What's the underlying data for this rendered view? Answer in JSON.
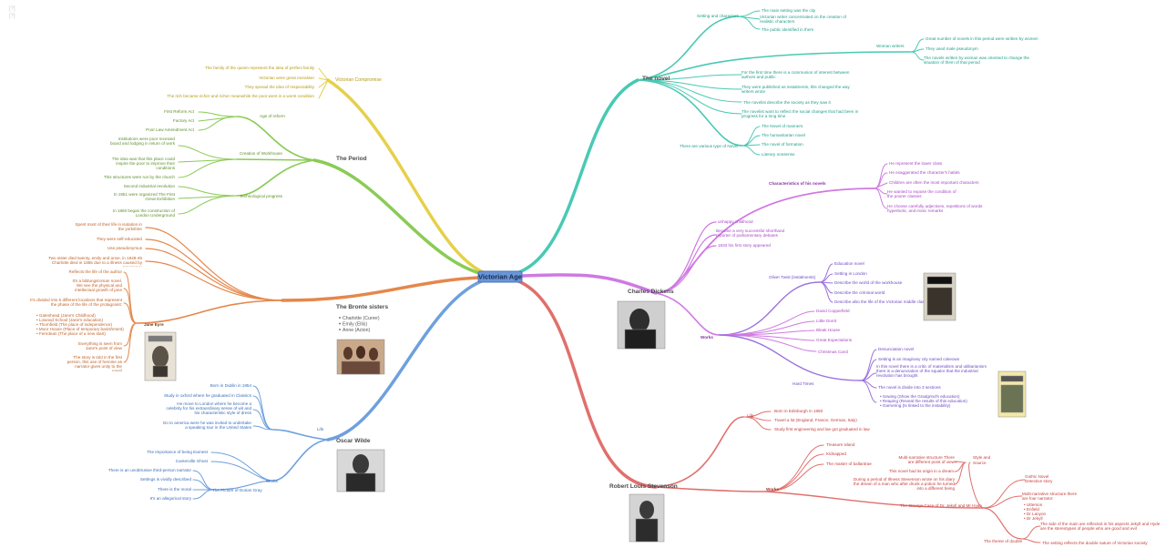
{
  "header": {
    "title": "[?]",
    "subtitle": "[?]"
  },
  "center": "Victorian Age",
  "colors": {
    "yellow": "#e6d04a",
    "green": "#8acb55",
    "orange": "#e5874a",
    "blue": "#6ea0de",
    "teal": "#49c9b3",
    "purple": "#cf79e2",
    "red": "#e0706d"
  },
  "topics": {
    "compromise": {
      "title": "Victorian Compromise",
      "items": [
        "The family of the queen represent the idea of perfect family",
        "Victorian were great moraliser",
        "They spread the idea of respectability",
        "The rich became richer and richer meanwhile the poor went in a worst condition"
      ]
    },
    "period": {
      "title": "The Period",
      "age_reform": {
        "title": "Age of reform",
        "items": [
          "First Reform Act",
          "Factory Act",
          "Poor Law Amendment Act"
        ]
      },
      "workhouse": {
        "title": "Creation of Workhouse",
        "items": [
          "Institutions were poor received board and lodging in return of work",
          "The idea was that this place could inspire the poor to improve their conditions",
          "This structures were run by the church"
        ]
      },
      "tech": {
        "title": "Technological progress",
        "items": [
          "Second industrial revolution",
          "In 1851 were organized The First Great Exhibition",
          "In 1860 began the construction of London Underground"
        ]
      }
    },
    "bronte": {
      "title": "The Bronte sisters",
      "sisters": [
        "Charlotte (Currer)",
        "Emily (Ellis)",
        "Anne (Acton)"
      ],
      "items": [
        "Spent most of their life in isolation in the yorkshire",
        "They were self-educated",
        "Use pseudonymus",
        "Two sister died twenty, emily and anne, in 1848-49 Charlotte died in 1855 due to a illness caused by pregnancy"
      ],
      "jane": {
        "title": "Jane Eyre",
        "items": [
          "Reflects the life of the author",
          "It's a bildungsroman novel. We see the physical and intellectual growth of jane",
          "It's divided into 5 different locations that represent the phase of the life of the protagonist:",
          "Everything is seen from Jane's point of view",
          "The story is told in the first person, this use of heroine as narrator gives unity to the novel"
        ],
        "locations": [
          "Gateshead (Jane's Childhood)",
          "Lowood School (Jane's education)",
          "Thornfield (The place of independence)",
          "Moor House (Place of temporary banishment)",
          "Ferndean (The place of a new start)"
        ]
      }
    },
    "wilde": {
      "title": "Oscar Wilde",
      "life": {
        "title": "Life",
        "items": [
          "Born in Dublin in 1854",
          "Study in oxford where he graduated in Classics",
          "He move to London where he become a celebrity for his extraordinary sense of wit and his characteristic style of dress",
          "Go to america were he was invited to undertake a speaking tour in the United States"
        ]
      },
      "works": {
        "title": "Works",
        "items": [
          "The Importance of being Earnest",
          "Canterville Ghost"
        ],
        "dorian": {
          "title": "The Picture of Dorian Gray",
          "items": [
            "There is an unobtrusive third-person narrator",
            "Settings is vividly described",
            "There is the moral",
            "It's an allegorical story"
          ]
        }
      }
    },
    "novel": {
      "title": "The novel",
      "setting": {
        "title": "Setting and characters",
        "items": [
          "The main setting was the city",
          "Victorian writer concentrated on the creation of realistic characters",
          "The public identified in them"
        ]
      },
      "women": {
        "title": "Woman writers",
        "items": [
          "Great number of novels in this period were written by women",
          "They used male pseudonym",
          "The novels written by woman was oriented to change the situation of them of that period"
        ]
      },
      "items": [
        "For the first time there is a communion of interest between authors and public",
        "They were published as instalments, this changed the way writers wrote",
        "The novelist describe the society as they saw it",
        "The novelist want to reflect the social changes that had been in progress for a long time"
      ],
      "types": {
        "title": "There are various type of Novel",
        "items": [
          "The Novel of manners",
          "The humanitarian novel",
          "The novel of formation",
          "Literary nonsense"
        ]
      }
    },
    "dickens": {
      "title": "Charles Dickens",
      "characteristics": {
        "title": "Characteristics of his novels",
        "items": [
          "He represent the lower class",
          "He exaggerated the character's habits",
          "Children are often the most important characters",
          "He wanted to expose the condition of the poorer classes",
          "He choose carefully adjectives, repetitions of words hyperbolic, and ironic remarks"
        ]
      },
      "life": [
        "unhappy childhood",
        "Become a very successful shorthand reporter of parliamentary debates",
        "1833 his first story appeared"
      ],
      "works": {
        "title": "Works",
        "oliver": {
          "title": "Oliver Twist (instalments)",
          "items": [
            "Education novel",
            "Setting in London",
            "Describe the world of the workhouse",
            "Describe the criminal world",
            "Describe also the life of the Victorian middle class"
          ]
        },
        "list": [
          "David Copperfield",
          "Little Dorrit",
          "Bleak House",
          "Great Expectations",
          "Christmas Carol"
        ],
        "hard": {
          "title": "Hard Times",
          "items": [
            "Denunciation novel",
            "Setting is an imaginary city named cokeown",
            "In this novel there is a critic of materialism and utilitarianism there is a denunciation of the squalor that the industrial revolution has brought",
            "The novel is divide into 3 sections"
          ],
          "sections": [
            "Sowing (Show the Gradgrind's education)",
            "Reaping (Reveal the results of this education)",
            "Garnering (Is linked to the instability)"
          ]
        }
      }
    },
    "stevenson": {
      "title": "Robert Louis Stevenson",
      "life": {
        "title": "Life",
        "items": [
          "Born in Edinburgh in 1850",
          "Travel a lot (England, France, German, Italy)",
          "Study first engineering and lae got graduated in law"
        ]
      },
      "works": {
        "title": "Works",
        "items": [
          "Treasure island",
          "Kidnapped",
          "The master of ballantrae"
        ],
        "jekyll": {
          "title": "The Strange Case of Dr. Jekyll and Mr Hyde",
          "style": {
            "title": "Style and Source",
            "items": [
              "Multi-narrative structure There are different point of view",
              "This novel had its origin in a dream",
              "During a period of Illness Stevenson wrote on his diary the dream of a man who after drunk a potion he turned into a different being"
            ]
          },
          "gothic": "Gothic Novel Detective story",
          "narrators_title": "Multi-narrative structure there are four narrator:",
          "narrators": [
            "Utterson",
            "Enfield",
            "Dr Lanyon",
            "Dr Jekyll"
          ],
          "double": {
            "title": "The theme of double",
            "items": [
              "The side of the main are reflected in his aspects Jekyll and Hyde are the stereotypes of people who are good and evil",
              "The setting reflects the double nature of Victorian society"
            ]
          }
        }
      }
    }
  }
}
